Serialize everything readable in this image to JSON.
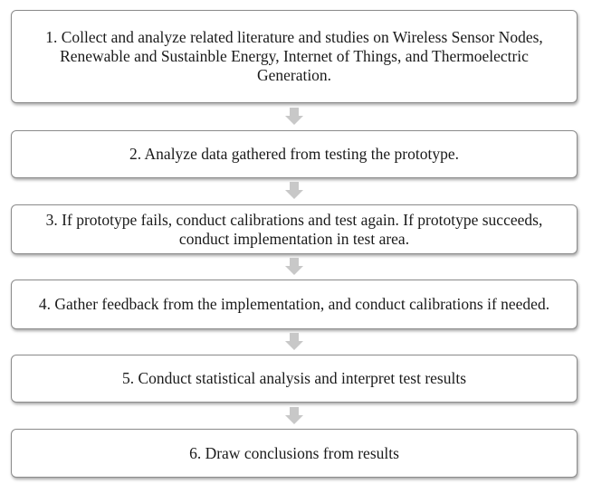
{
  "steps": [
    {
      "label": "1. Collect and analyze related literature and studies on Wireless Sensor Nodes, Renewable and Sustainble Energy, Internet of Things, and Thermoelectric  Generation."
    },
    {
      "label": "2. Analyze data gathered from testing the prototype."
    },
    {
      "label": "3. If prototype fails, conduct calibrations and test again. If prototype succeeds, conduct implementation in test area."
    },
    {
      "label": "4. Gather feedback from the implementation, and conduct calibrations if needed."
    },
    {
      "label": "5. Conduct statistical analysis and interpret test results"
    },
    {
      "label": "6. Draw conclusions from results"
    }
  ],
  "colors": {
    "box_border": "#8c8c8c",
    "arrow_fill": "#c8c8c8",
    "text": "#1a1a1a"
  },
  "icons": {
    "connector": "down-arrow-icon"
  }
}
